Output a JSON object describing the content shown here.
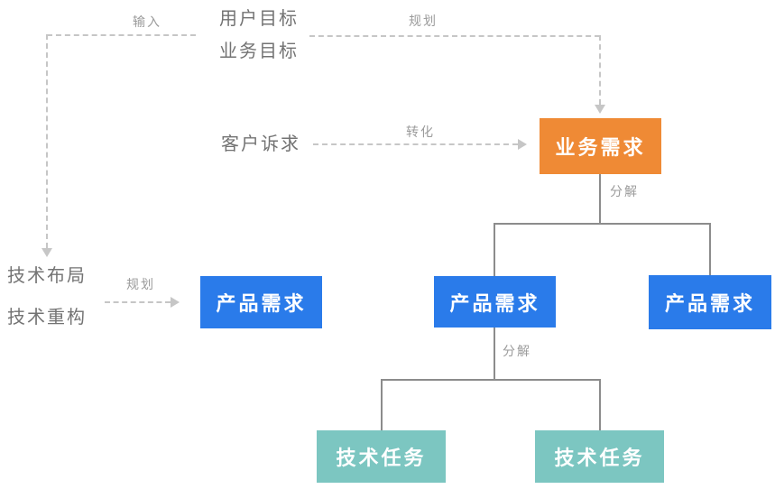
{
  "diagram": {
    "title": "requirement-decomposition-flow",
    "colors": {
      "business_requirement_bg": "#ef8a35",
      "product_requirement_bg": "#2a7bea",
      "tech_task_bg": "#7cc6c1",
      "solid_line": "#8c8c8c",
      "dashed_line": "#c6c6c6",
      "source_text": "#737373",
      "edge_label_text": "#9b9b9b",
      "node_text": "#ffffff"
    },
    "sources": {
      "user_goal": "用户目标",
      "business_goal": "业务目标",
      "customer_appeal": "客户诉求",
      "tech_layout": "技术布局",
      "tech_refactor": "技术重构"
    },
    "edge_labels": {
      "input": "输入",
      "plan_top": "规划",
      "transform": "转化",
      "plan_left": "规划",
      "decompose_top": "分解",
      "decompose_mid": "分解"
    },
    "nodes": {
      "business_requirement": {
        "label": "业务需求"
      },
      "product_requirement_left": {
        "label": "产品需求"
      },
      "product_requirement_mid": {
        "label": "产品需求"
      },
      "product_requirement_right": {
        "label": "产品需求"
      },
      "tech_task_left": {
        "label": "技术任务"
      },
      "tech_task_right": {
        "label": "技术任务"
      }
    }
  }
}
